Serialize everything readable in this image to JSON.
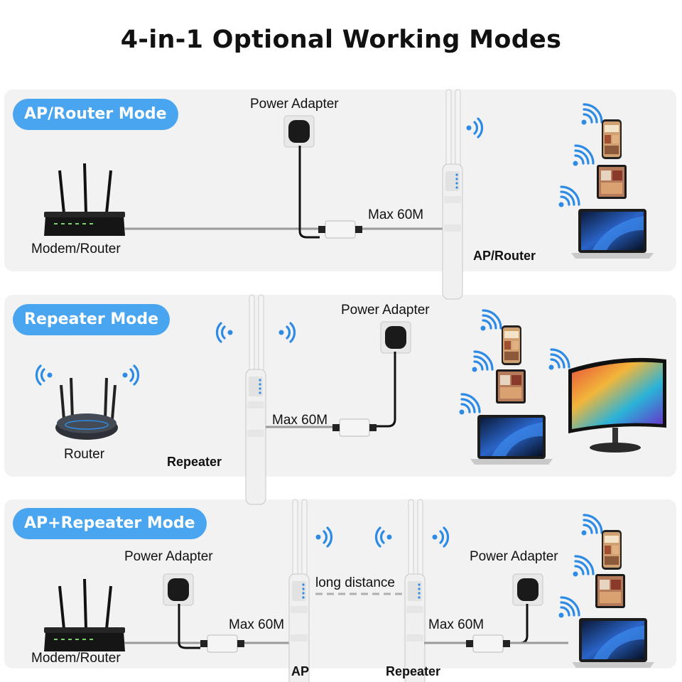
{
  "title": "4-in-1 Optional Working Modes",
  "panels": [
    {
      "mode": "AP/Router Mode",
      "power_adapter": "Power Adapter",
      "modem_label": "Modem/Router",
      "cable_label": "Max 60M",
      "device_label": "AP/Router"
    },
    {
      "mode": "Repeater Mode",
      "power_adapter": "Power Adapter",
      "router_label": "Router",
      "cable_label": "Max 60M",
      "device_label": "Repeater"
    },
    {
      "mode": "AP+Repeater Mode",
      "power_adapter_left": "Power Adapter",
      "power_adapter_right": "Power Adapter",
      "modem_label": "Modem/Router",
      "cable_label_left": "Max 60M",
      "cable_label_right": "Max 60M",
      "distance_label": "long distance",
      "device_label_left": "AP",
      "device_label_right": "Repeater"
    }
  ],
  "colors": {
    "pill": "#4aa5f0",
    "wifi": "#2d8be6",
    "panel": "#f2f2f2"
  }
}
